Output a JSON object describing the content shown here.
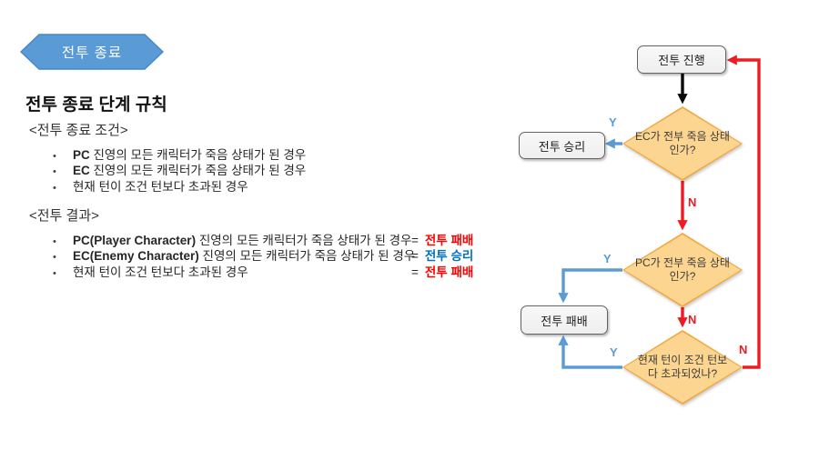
{
  "banner": {
    "label": "전투 종료"
  },
  "rules": {
    "heading": "전투 종료 단계 규칙",
    "bullet_char": "•",
    "conditions": {
      "title": "<전투 종료 조건>",
      "items": [
        {
          "strong": "PC",
          "text": " 진영의 모든 캐릭터가 죽음 상태가 된 경우"
        },
        {
          "strong": "EC",
          "text": " 진영의 모든 캐릭터가 죽음 상태가 된 경우"
        },
        {
          "strong": "",
          "text": "현재 턴이 조건 턴보다 초과된 경우"
        }
      ]
    },
    "results": {
      "title": "<전투 결과>",
      "items": [
        {
          "strong": "PC(Player Character)",
          "text": " 진영의 모든 캐릭터가 죽음 상태가 된 경우",
          "eq": "=",
          "result": "전투 패배"
        },
        {
          "strong": "EC(Enemy Character)",
          "text": " 진영의 모든 캐릭터가 죽음 상태가 된 경우",
          "eq": "=",
          "result": "전투 승리"
        },
        {
          "strong": "",
          "text": "현재 턴이 조건 턴보다 초과된 경우",
          "eq": "=",
          "result": "전투 패배"
        }
      ]
    }
  },
  "flowchart": {
    "nodes": {
      "start": "전투 진행",
      "victory": "전투 승리",
      "defeat": "전투 패배",
      "d1_line1": "EC가 전부 죽음 상태",
      "d1_line2": "인가?",
      "d2_line1": "PC가 전부 죽음 상태",
      "d2_line2": "인가?",
      "d3_line1": "현재 턴이 조건 턴보",
      "d3_line2": "다 초과되었나?"
    },
    "edge_labels": {
      "yes": "Y",
      "no": "N"
    }
  },
  "colors": {
    "accent_blue": "#5b9bd5",
    "banner_border": "#4587c8",
    "flow_red": "#ed1c24",
    "flow_black": "#0a0a0a",
    "result_red": "#ff0000",
    "result_blue": "#0070c0",
    "diamond_fill": "#fcd691",
    "diamond_border": "#f2a73b",
    "box_fill": "#efefef",
    "box_border": "#636363"
  }
}
